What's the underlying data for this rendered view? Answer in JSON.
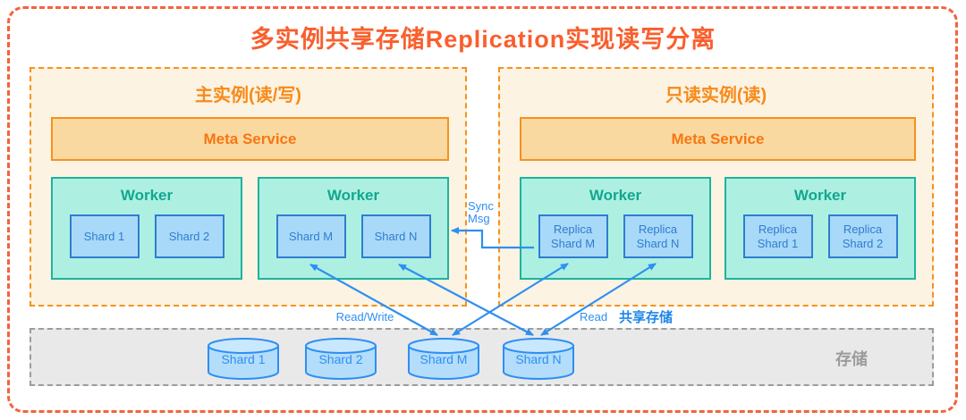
{
  "title": "多实例共享存储Replication实现读写分离",
  "primary_instance": {
    "name": "主实例(读/写)",
    "meta_service": "Meta Service",
    "workers": [
      {
        "label": "Worker",
        "shards": [
          "Shard 1",
          "Shard 2"
        ]
      },
      {
        "label": "Worker",
        "shards": [
          "Shard M",
          "Shard N"
        ]
      }
    ]
  },
  "readonly_instance": {
    "name": "只读实例(读)",
    "meta_service": "Meta Service",
    "workers": [
      {
        "label": "Worker",
        "shards": [
          "Replica Shard M",
          "Replica Shard N"
        ]
      },
      {
        "label": "Worker",
        "shards": [
          "Replica Shard 1",
          "Replica Shard 2"
        ]
      }
    ]
  },
  "storage": {
    "zone_label": "存储",
    "shared_label": "共享存储",
    "cylinders": [
      "Shard 1",
      "Shard 2",
      "Shard M",
      "Shard N"
    ]
  },
  "arrow_labels": {
    "sync": "Sync Msg",
    "read_write": "Read/Write",
    "read": "Read"
  },
  "colors": {
    "frame_dash": "#F2643C",
    "title_text": "#F95F2E",
    "instance_fill": "#FCF3E2",
    "instance_dash": "#F5921E",
    "meta_fill": "#FAD9A1",
    "meta_text": "#F57711",
    "worker_fill": "#ADF0E2",
    "worker_border": "#1FB39E",
    "worker_text": "#12A78F",
    "shard_fill": "#A9D9F8",
    "shard_border": "#2E7DD1",
    "cylinder_fill": "#B3DDFB",
    "cylinder_top_fill": "#C9E8FD",
    "arrow_blue": "#2E8FF2",
    "storage_fill": "#E9E9E9",
    "storage_gray": "#9C9C9C"
  }
}
